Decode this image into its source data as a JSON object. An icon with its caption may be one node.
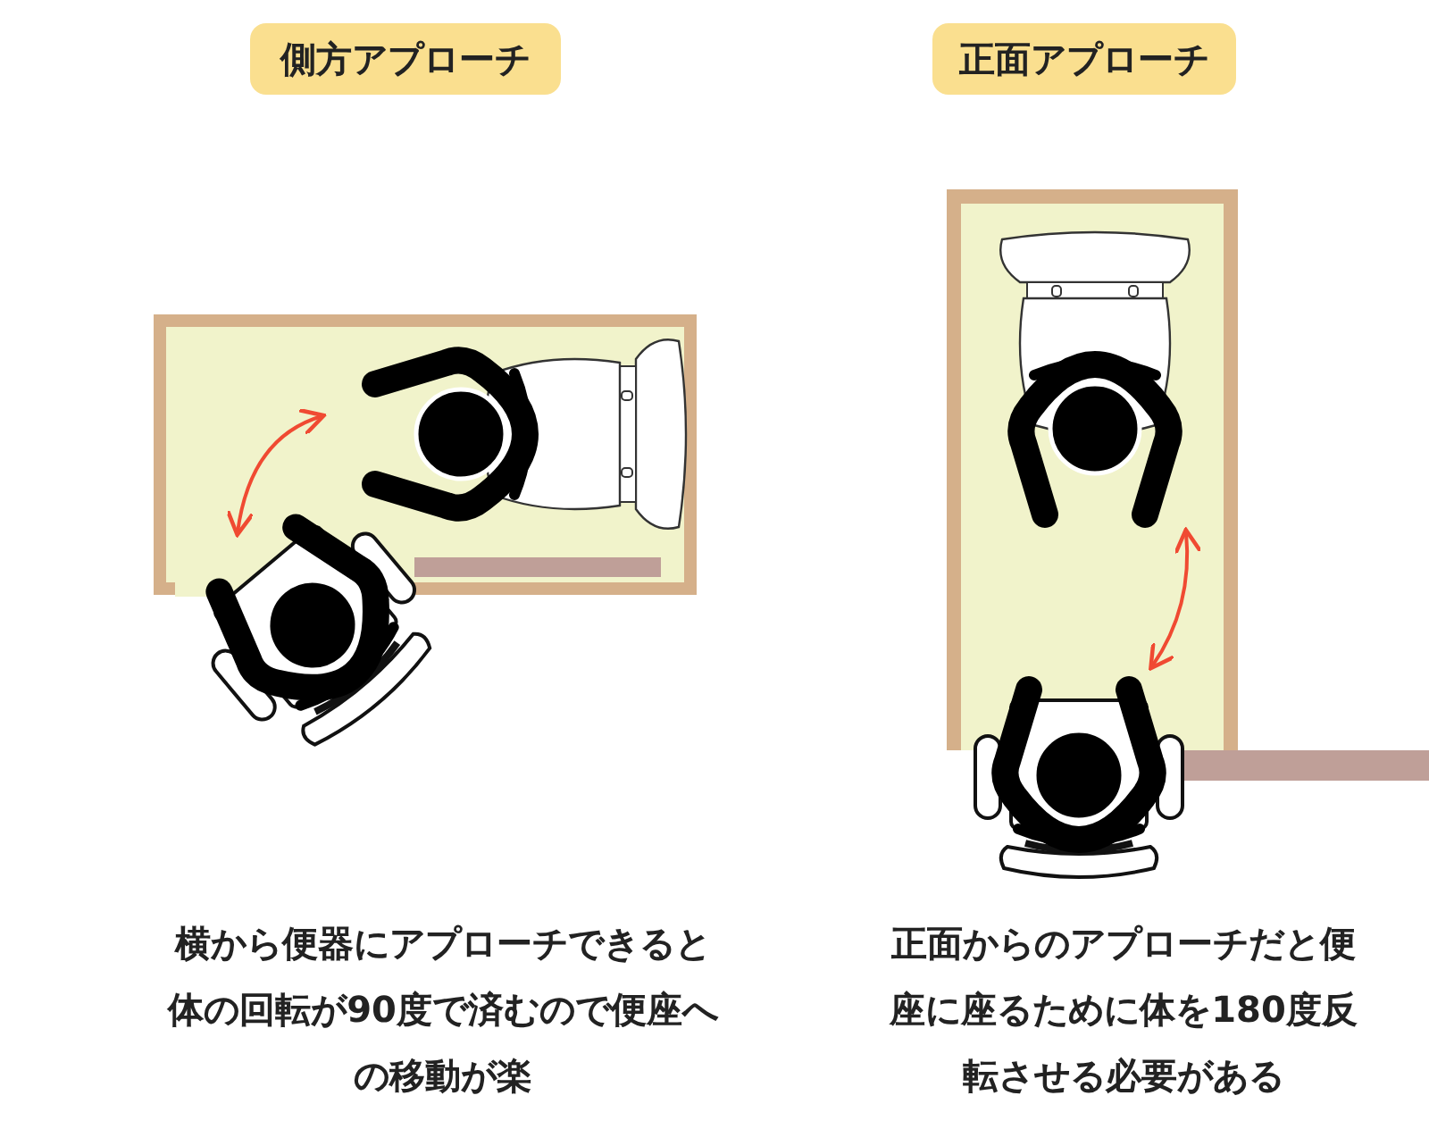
{
  "diagram": {
    "nodes": [
      {
        "text": [
          "側方アプローチ"
        ]
      },
      {
        "text": [
          "正面アプローチ"
        ]
      }
    ],
    "labels": [
      "横から便器にアプローチできると体の回転が90度で済むので便座への移動が楽",
      "正面からのアプローチだと便座に座るために体を180度反転させる必要がある"
    ]
  }
}
